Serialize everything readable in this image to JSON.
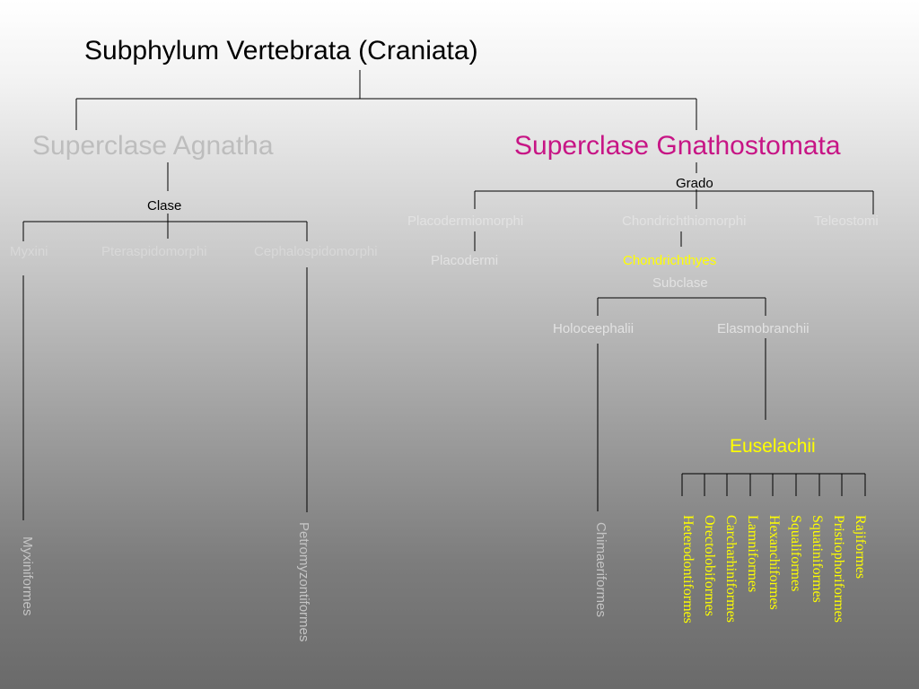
{
  "title": "Subphylum Vertebrata (Craniata)",
  "agnatha": {
    "label": "Superclase Agnatha",
    "rank_label": "Clase",
    "classes": [
      "Myxini",
      "Pteraspidomorphi",
      "Cephalospidomorphi"
    ],
    "orders": [
      "Myxiniformes",
      "Petromyzontiformes"
    ]
  },
  "gnathostomata": {
    "label": "Superclase Gnathostomata",
    "rank_label": "Grado",
    "grades": [
      "Placodermiomorphi",
      "Chondrichthiomorphi",
      "Teleostomi"
    ],
    "placodermi": "Placodermi",
    "chondrichthyes": "Chondrichthyes",
    "subclass_label": "Subclase",
    "subclasses": [
      "Holoceephalii",
      "Elasmobranchii"
    ],
    "chimaeriformes": "Chimaeriformes",
    "euselachii": "Euselachii",
    "euselachii_orders": [
      "Heterodontiformes",
      "Orectolobiformes",
      "Carcharhiniformes",
      "Lamniformes",
      "Hexanchiformes",
      "Squaliformes",
      "Squatiniformes",
      "Pristiophoriformes",
      "Rajiformes"
    ]
  },
  "colors": {
    "line": "#000000",
    "agnatha": "#bdbdbd",
    "gnathostomata": "#c71585",
    "highlight": "#ffff00"
  }
}
